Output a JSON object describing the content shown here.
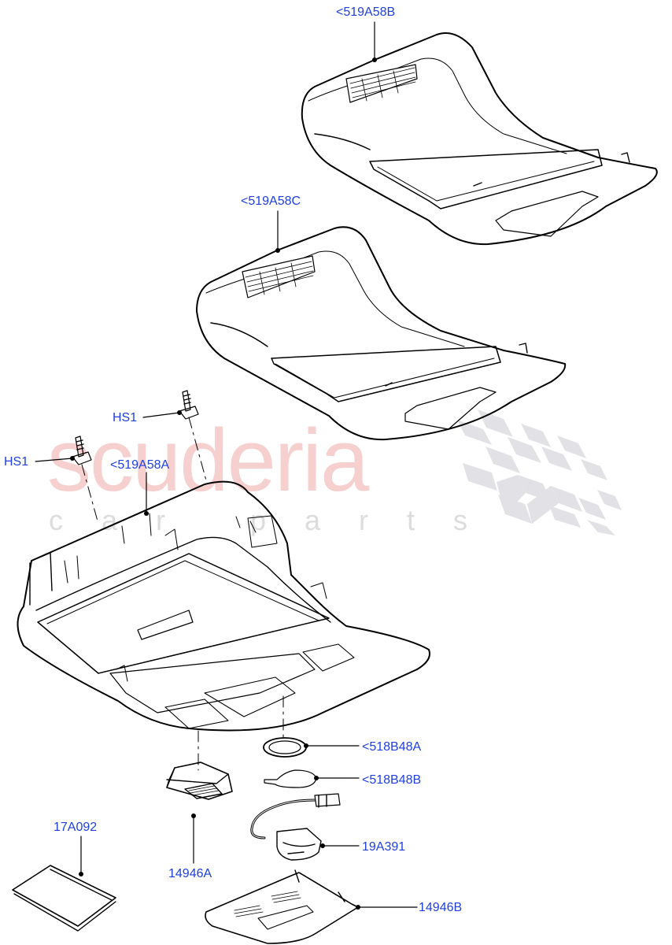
{
  "watermark": {
    "title": "scuderia",
    "subtitle": "car parts",
    "title_color": "#f6cfcf",
    "subtitle_color": "#dcdcdc",
    "flag_color": "#e2e2e6"
  },
  "label_color": "#1f3fe0",
  "callouts": [
    {
      "id": "519A58B",
      "text": "<519A58B",
      "part": "headliner-console-upper"
    },
    {
      "id": "519A58C",
      "text": "<519A58C",
      "part": "headliner-console-middle"
    },
    {
      "id": "HS1_a",
      "text": "HS1",
      "part": "screw-upper"
    },
    {
      "id": "HS1_b",
      "text": "HS1",
      "part": "screw-lower"
    },
    {
      "id": "519A58A",
      "text": "<519A58A",
      "part": "overhead-console"
    },
    {
      "id": "518B48A",
      "text": "<518B48A",
      "part": "seal-ring"
    },
    {
      "id": "518B48B",
      "text": "<518B48B",
      "part": "gasket"
    },
    {
      "id": "19A391",
      "text": "19A391",
      "part": "microphone-with-harness"
    },
    {
      "id": "17A092",
      "text": "17A092",
      "part": "pad"
    },
    {
      "id": "14946A",
      "text": "14946A",
      "part": "lamp-module"
    },
    {
      "id": "14946B",
      "text": "14946B",
      "part": "lamp-cover"
    }
  ]
}
